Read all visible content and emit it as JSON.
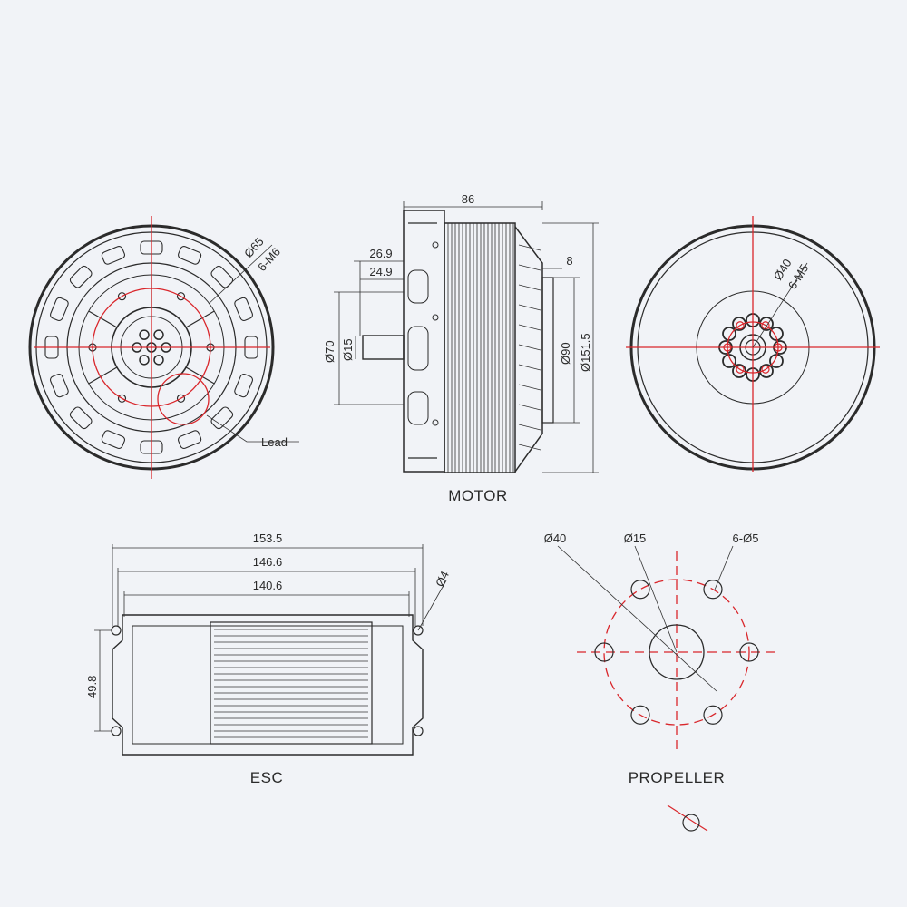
{
  "views": {
    "motor": {
      "title": "MOTOR",
      "front": {
        "bolt_circle": "Ø65",
        "bolt_spec": "6-M6",
        "lead_label": "Lead"
      },
      "side": {
        "width": "86",
        "shaft_len_a": "26.9",
        "shaft_len_b": "24.9",
        "flange_step": "8",
        "dia_70": "Ø70",
        "dia_15": "Ø15",
        "dia_90": "Ø90",
        "dia_151": "Ø151.5"
      },
      "rear": {
        "bolt_circle": "Ø40",
        "bolt_spec": "6-M5"
      }
    },
    "esc": {
      "title": "ESC",
      "len_outer": "153.5",
      "len_mid": "146.6",
      "len_inner": "140.6",
      "hole": "Ø4",
      "height": "49.8"
    },
    "propeller": {
      "title": "PROPELLER",
      "bolt_circle": "Ø40",
      "center_hole": "Ø15",
      "holes": "6-Ø5"
    }
  },
  "colors": {
    "line": "#2b2b2b",
    "center_line": "#d9262b",
    "background": "#f1f3f7"
  }
}
